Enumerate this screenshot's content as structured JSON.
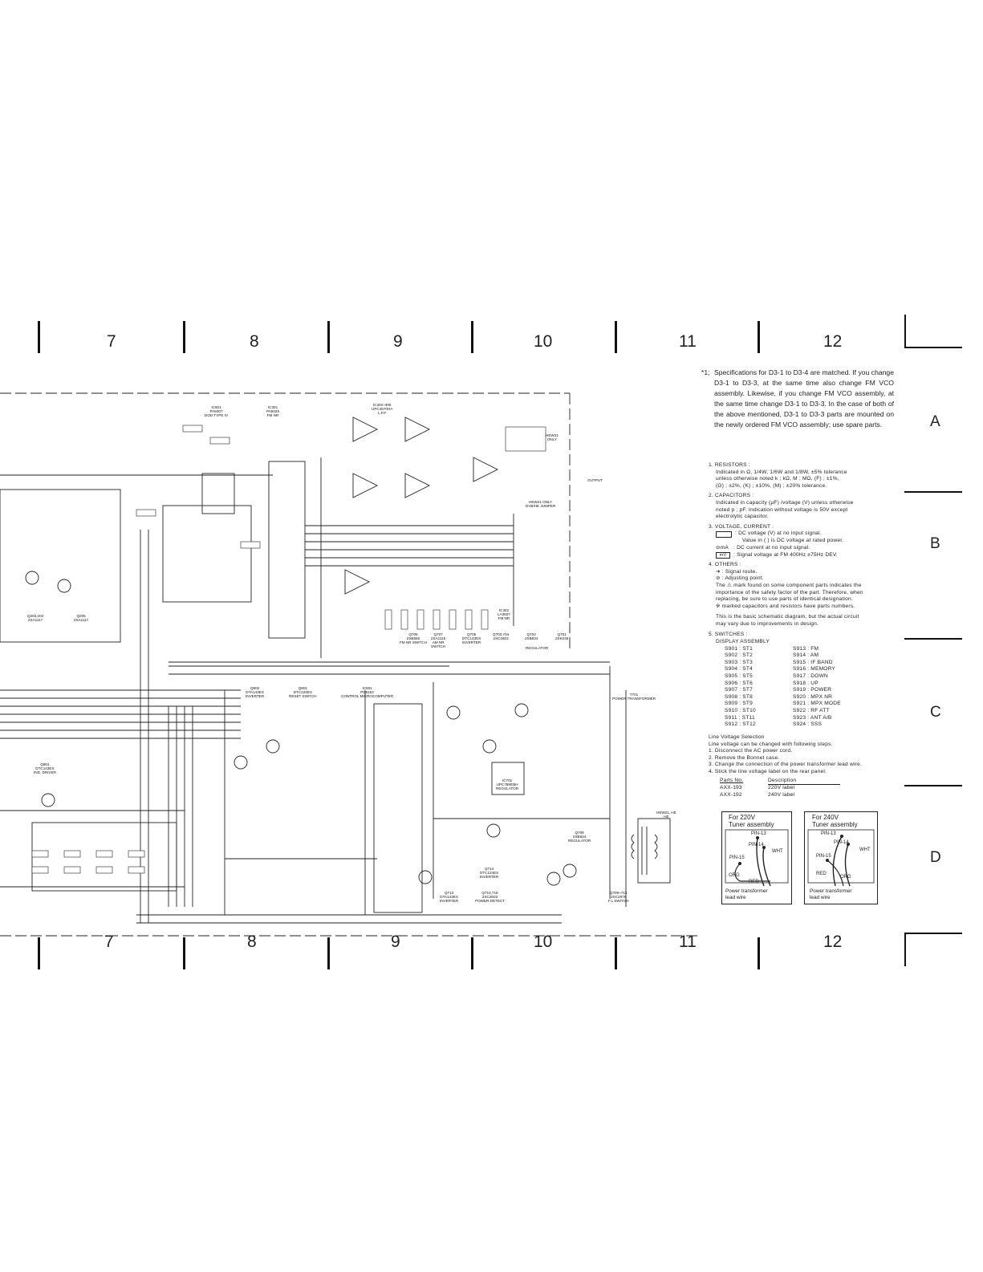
{
  "columns": [
    "7",
    "8",
    "9",
    "10",
    "11",
    "12"
  ],
  "rows": [
    "A",
    "B",
    "C",
    "D"
  ],
  "spec_note": {
    "marker": "*1;",
    "text": "Specifications for D3-1 to D3-4 are matched. If you change D3-1 to D3-3, at the same time also change FM VCO assembly. Likewise, if you change FM VCO assembly, at the same time change D3-1 to D3-3. In the case of both of the above mentioned, D3-1 to D3-3 parts are mounted on the newly ordered FM VCO assembly; use spare parts."
  },
  "notes": {
    "resistors_title": "1. RESISTORS :",
    "resistors_1": "Indicated in Ω, 1/4W, 1/6W and 1/8W, ±5% tolerance",
    "resistors_2": "unless otherwise noted k ; kΩ, M ; MΩ, (F) ; ±1%,",
    "resistors_3": "(G) ; ±2%, (K) ; ±10%, (M) ; ±20% tolerance.",
    "capacitors_title": "2. CAPACITORS :",
    "capacitors_1": "Indicated in capacity (μF) /voltage (V) unless otherwise",
    "capacitors_2": "noted p ; pF. Indication without voltage is 50V except",
    "capacitors_3": "electrolytic capacitor.",
    "voltage_title": "3. VOLTAGE, CURRENT :",
    "voltage_1": ": DC voltage (V) at no input signal.",
    "voltage_2": "Value in ( ) is DC voltage at rated power.",
    "voltage_3": ": DC current at no input signal.",
    "voltage_4": ": Signal voltage at FM 400Hz ±75Hz DEV.",
    "voltage_sym_ma": "⊖mA",
    "voltage_sym_mv": "mV",
    "others_title": "4. OTHERS :",
    "others_1": "➜ : Signal route.",
    "others_2": "⊘ : Adjusting point.",
    "others_3": "The ⚠ mark found on some component parts indicates the",
    "others_4": "importance of the safety factor of the part. Therefore, when",
    "others_5": "replacing, be sure to use parts of identical designation.",
    "others_6": "※ marked capacitors and resistors have parts numbers.",
    "basic_1": "This is the basic schematic diagram, but the actual circuit",
    "basic_2": "may vary due to improvements in design.",
    "switches_title": "5. SWITCHES :",
    "switches_sub": "DISPLAY ASSEMBLY"
  },
  "switches": [
    [
      "S901 : ST1",
      "S913 : FM"
    ],
    [
      "S902 : ST2",
      "S914 : AM"
    ],
    [
      "S903 : ST3",
      "S915 : IF BAND"
    ],
    [
      "S904 : ST4",
      "S916 : MEMORY"
    ],
    [
      "S905 : ST5",
      "S917 : DOWN"
    ],
    [
      "S906 : ST6",
      "S918 : UP"
    ],
    [
      "S907 : ST7",
      "S919 : POWER"
    ],
    [
      "S908 : ST8",
      "S920 : MPX NR"
    ],
    [
      "S909 : ST9",
      "S921 : MPX MODE"
    ],
    [
      "S910 : ST10",
      "S922 : RF ATT"
    ],
    [
      "S911 : ST11",
      "S923 : ANT A/B"
    ],
    [
      "S912 : ST12",
      "S924 : SSS"
    ]
  ],
  "line_voltage": {
    "title": "Line Voltage Selection",
    "intro": "Line voltage can be changed with following steps.",
    "step1": "1. Disconnect the AC power cord.",
    "step2": "2. Remove the Bonnet case.",
    "step3": "3. Change the connection of the power transformer lead wire.",
    "step4": "4. Stick the line voltage label on the rear panel.",
    "col_parts": "Parts No.",
    "col_desc": "Description",
    "parts": [
      [
        "AXX-193",
        "220V label"
      ],
      [
        "AXX-192",
        "240V label"
      ]
    ]
  },
  "boxes": [
    {
      "title1": "For 220V",
      "title2": "Tuner assembly",
      "pin13": "PIN-13",
      "pin14": "PIN-14",
      "pin15": "PIN-15",
      "wht": "WHT",
      "org": "ORG",
      "red": "RED",
      "cap1": "Power transformer",
      "cap2": "lead wire"
    },
    {
      "title1": "For 240V",
      "title2": "Tuner assembly",
      "pin13": "PIN-13",
      "pin14": "PIN-14",
      "pin15": "PIN-15",
      "wht": "WHT",
      "org": "ORG",
      "red": "RED",
      "cap1": "Power transformer",
      "cap2": "lead wire"
    }
  ],
  "schematic_labels": {
    "ic601": "IC601\nPA5007\nDOD TYPE IV",
    "ic301": "IC301\nPA5026\nFM NR",
    "ic304": "IC304~306\nUPC4570HA\nL.P.F",
    "ic302": "IC302\nLA3607\nFM NR",
    "ic801": "IC801\nPD8152\nCONTROL MICROCOMPUTER",
    "q802": "Q802\nDTA143ES\nINVERTER",
    "q801": "Q801\nDTC124ES\nRESET SWITCH",
    "ic701": "IC701\nUPC78M05H\nREGULATOR",
    "q901": "Q901\nDTC143ES\nIND. DRIVER",
    "q706": "Q706\n2SB560\nFM NR SWITCH",
    "q707": "Q707\n2SA1115\nAM NR\nSWITCH",
    "q705": "Q705\nDTC143ES\nINVERTER",
    "q703": "Q703,704\n2SC2603",
    "q702": "Q702\n2SB834",
    "q701": "Q701\n2SK246",
    "regulator": "REGULATOR",
    "q713": "Q713\nDTA143ES\nINVERTER",
    "q716": "Q716,718\n2SC2603\nPOWER DETECT",
    "q714": "Q714\nDTC124ES\nINVERTER",
    "q709": "Q709~712\n2SC2878\nF.L SWITCH",
    "q708": "Q708\n2SB834\nREGULATOR",
    "q203": "Q203,204\n2SA1117",
    "q205": "Q205\n2SA1117",
    "power_transformer": "T701\nPOWER TRANSFORMER",
    "output": "OUTPUT",
    "hew21": "HEW21\nONLY",
    "hew21b": "HEW21 ONLY\nDVB/HE JUMPER",
    "hew21c": "HEW21, HE\nHE"
  }
}
